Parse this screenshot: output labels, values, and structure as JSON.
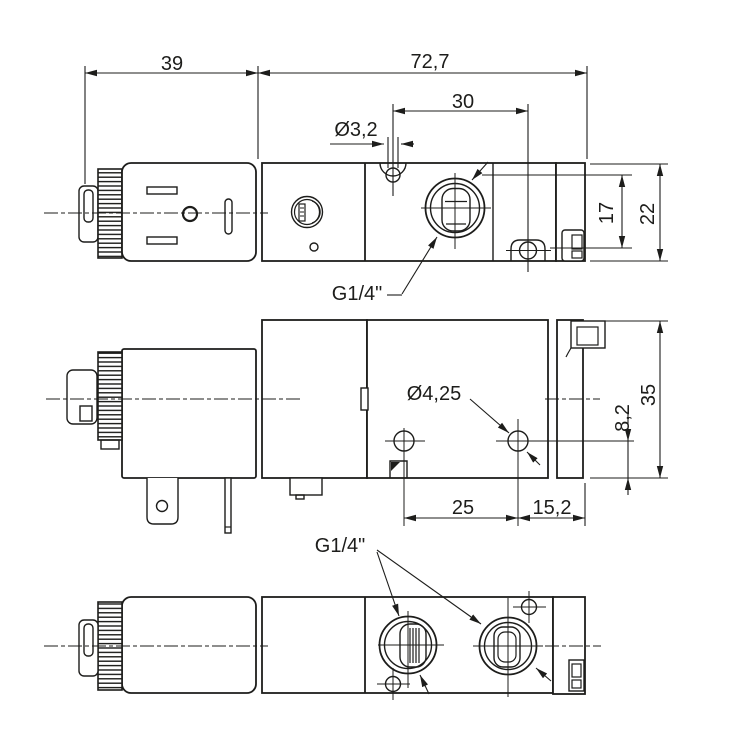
{
  "drawing": {
    "kind": "technical-dimension-drawing",
    "subject": "solenoid-valve-three-views",
    "colors": {
      "line": "#1d1d1b",
      "background": "#ffffff"
    },
    "dims": {
      "connector_width": "39",
      "body_width": "72,7",
      "pilot_spacing": "30",
      "pilot_dia": "Ø3,2",
      "pilot_offset": "17",
      "body_depth": "22",
      "port_thread_top": "G1/4\"",
      "mount_dia": "Ø4,25",
      "mount_offset": "8,2",
      "body_height": "35",
      "mount_spacing": "25",
      "mount_to_end": "15,2",
      "port_thread_bottom": "G1/4\""
    }
  }
}
